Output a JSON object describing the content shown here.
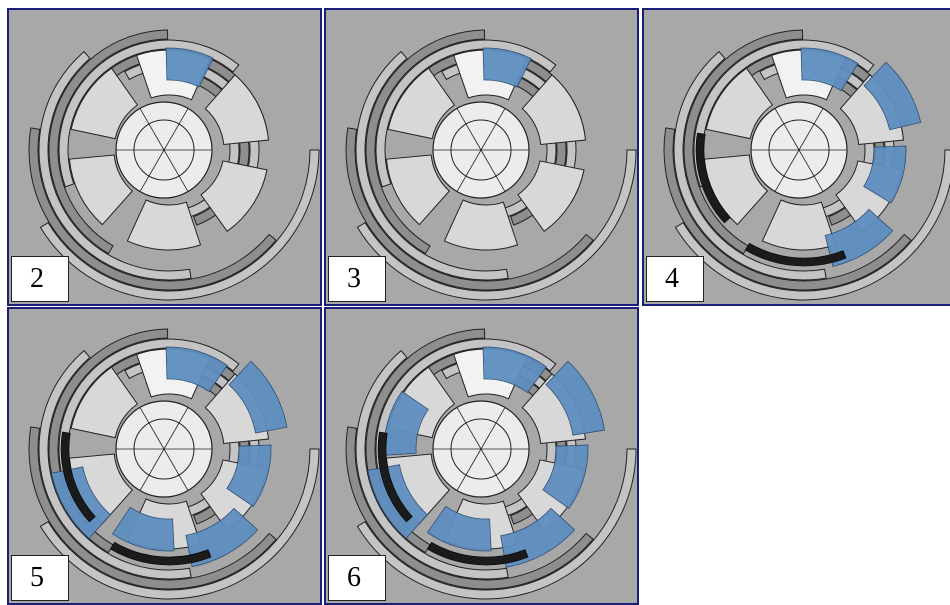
{
  "panels": [
    {
      "label": "2",
      "stage": 2,
      "blue_coverage": 0.1
    },
    {
      "label": "3",
      "stage": 3,
      "blue_coverage": 0.15
    },
    {
      "label": "4",
      "stage": 4,
      "blue_coverage": 0.55
    },
    {
      "label": "5",
      "stage": 5,
      "blue_coverage": 0.75
    },
    {
      "label": "6",
      "stage": 6,
      "blue_coverage": 0.85
    }
  ],
  "colors": {
    "frame": "#1a1f7a",
    "metal": "#a8a8a8",
    "blade_light": "#f2f2f2",
    "cavitation_blue": "#5f8fc0",
    "dark_band": "#1b1b1b"
  }
}
